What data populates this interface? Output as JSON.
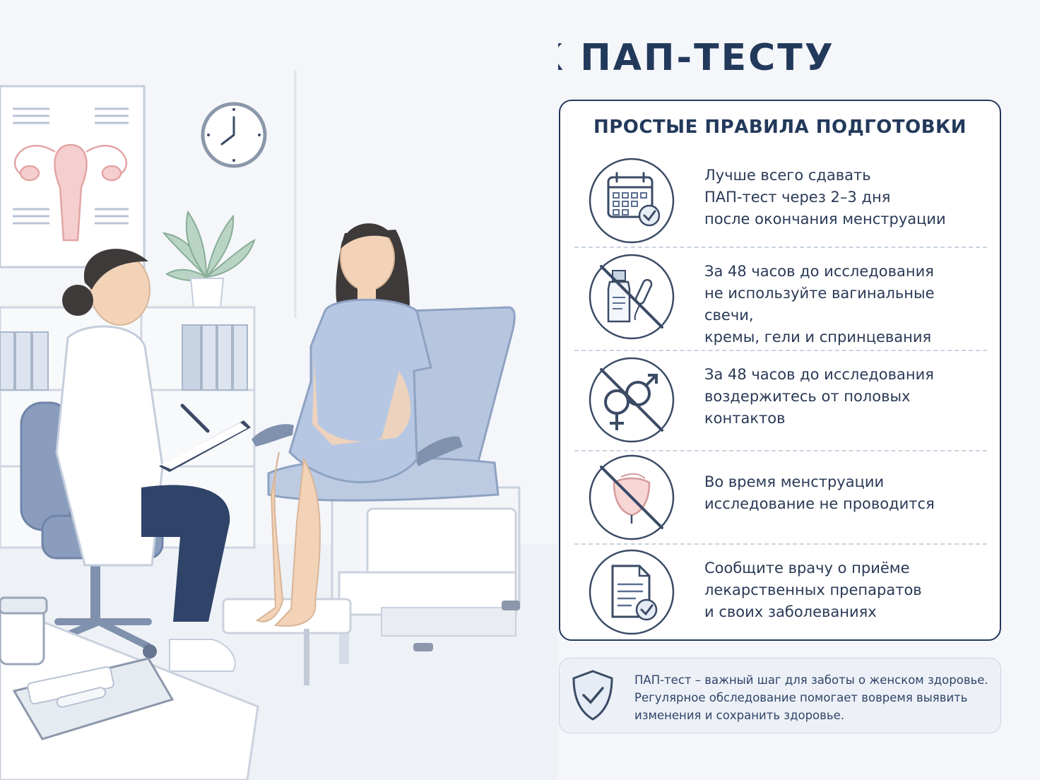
{
  "title": "ПОДГОТОВКА К ПАП-ТЕСТУ",
  "rules": {
    "heading": "ПРОСТЫЕ ПРАВИЛА ПОДГОТОВКИ",
    "items": [
      {
        "icon": "calendar-check-icon",
        "text": "Лучше всего сдавать\nПАП-тест через 2–3 дня\nпосле окончания менструации"
      },
      {
        "icon": "no-vaginal-products-icon",
        "text": "За 48 часов до исследования\nне используйте вагинальные свечи,\nкремы, гели и спринцевания"
      },
      {
        "icon": "no-sexual-contact-icon",
        "text": "За 48 часов до исследования\nвоздержитесь от половых\nконтактов"
      },
      {
        "icon": "no-menstruation-icon",
        "text": "Во время менструации\nисследование не проводится"
      },
      {
        "icon": "document-check-icon",
        "text": "Сообщите врачу о приёме\nлекарственных препаратов\nи своих заболеваниях"
      }
    ]
  },
  "footer": {
    "icon": "shield-check-icon",
    "text": "ПАП-тест – важный шаг для заботы о женском здоровье.\nРегулярное обследование помогает вовремя выявить\nизменения и сохранить здоровье."
  },
  "colors": {
    "navy": "#23395b",
    "accent_blue": "#8fa6c9",
    "light_blue": "#bfcde3",
    "skin": "#f3d3b8",
    "pink": "#f2b8b8",
    "background": "#f4f6fa"
  }
}
